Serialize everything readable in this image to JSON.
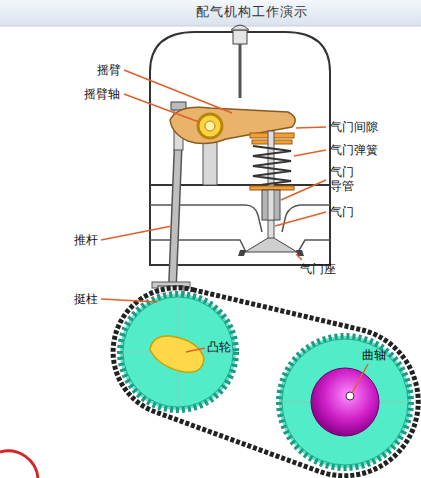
{
  "diagram": {
    "title": "配气机构工作演示",
    "labels": [
      "摇臂",
      "摇臂轴",
      "气门间隙",
      "气门弹簧",
      "气门 导管",
      "气门",
      "推杆",
      "气门座",
      "挺柱",
      "凸轮",
      "曲轴"
    ]
  }
}
